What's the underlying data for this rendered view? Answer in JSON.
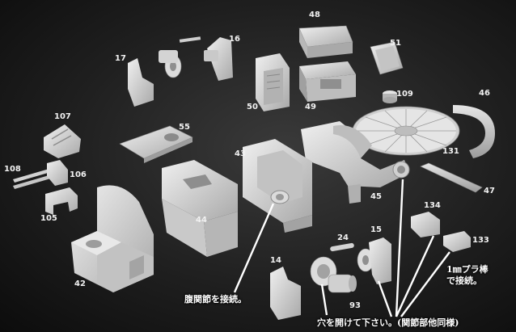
{
  "part_numbers": {
    "p14": "14",
    "p15": "15",
    "p16": "16",
    "p17": "17",
    "p24": "24",
    "p42": "42",
    "p43": "43",
    "p44": "44",
    "p45": "45",
    "p46": "46",
    "p47": "47",
    "p48": "48",
    "p49": "49",
    "p50": "50",
    "p51": "51",
    "p55": "55",
    "p93": "93",
    "p105": "105",
    "p106": "106",
    "p107": "107",
    "p108": "108",
    "p109": "109",
    "p131": "131",
    "p133": "133",
    "p134": "134"
  },
  "annotations": {
    "hip_joint_note": "腹関節を接続。",
    "hole_note": "穴を開けて下さい。(関節部他同様)",
    "rod_note_line1": "1㎜プラ棒",
    "rod_note_line2": "で接続。"
  },
  "colors": {
    "background": "#222222",
    "part_fill": "#d9d9d9",
    "part_shadow": "#9a9a9a",
    "label_text": "#ffffff"
  }
}
